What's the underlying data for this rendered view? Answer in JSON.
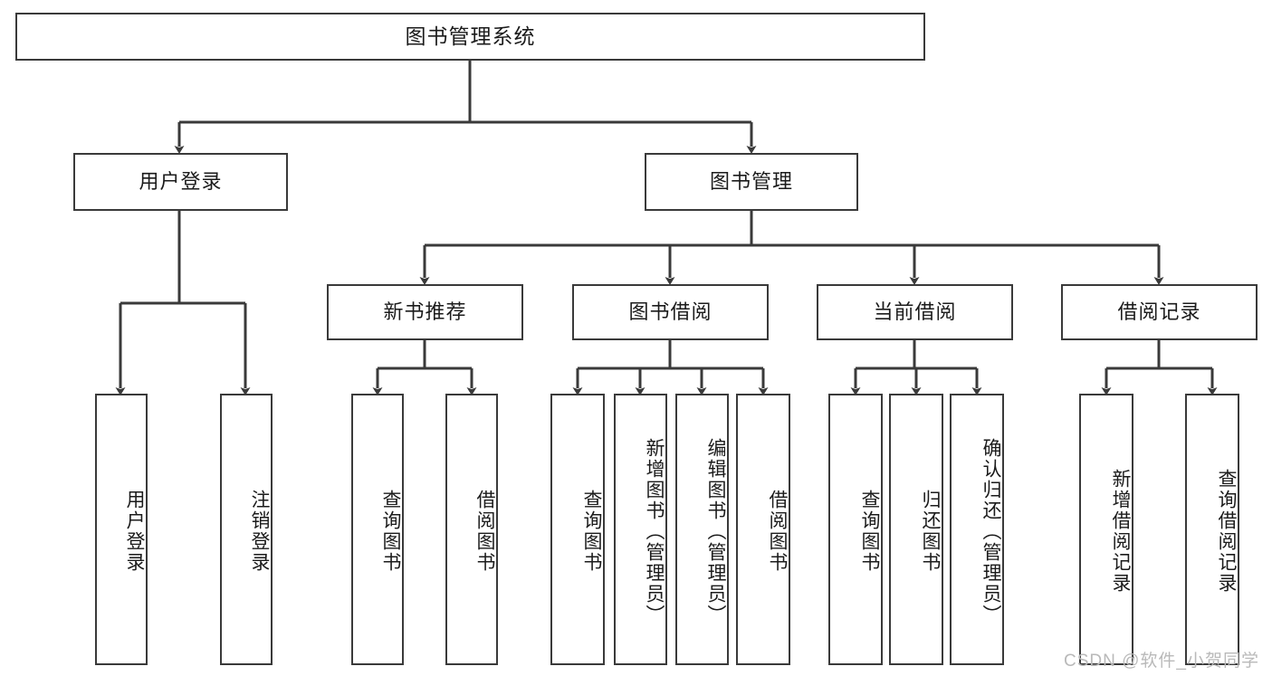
{
  "diagram": {
    "title": "图书管理系统",
    "type": "tree",
    "orientation": "top-down",
    "line_color": "#3a3a3a",
    "box_fill": "#ffffff",
    "text_color": "#1b1b1b",
    "nodes": {
      "root": {
        "label": "图书管理系统",
        "level": 1
      },
      "l2": [
        {
          "id": "user-login",
          "label": "用户登录"
        },
        {
          "id": "book-manage",
          "label": "图书管理"
        }
      ],
      "l3": [
        {
          "id": "new-book-rec",
          "label": "新书推荐",
          "parent": "book-manage"
        },
        {
          "id": "book-borrow",
          "label": "图书借阅",
          "parent": "book-manage"
        },
        {
          "id": "current-borrow",
          "label": "当前借阅",
          "parent": "book-manage"
        },
        {
          "id": "borrow-record",
          "label": "借阅记录",
          "parent": "book-manage"
        }
      ],
      "leaves": {
        "user-login": [
          {
            "id": "leaf-user-login",
            "label": "用户登录"
          },
          {
            "id": "leaf-logout",
            "label": "注销登录"
          }
        ],
        "new-book-rec": [
          {
            "id": "leaf-query-book-1",
            "label": "查询图书"
          },
          {
            "id": "leaf-borrow-book-1",
            "label": "借阅图书"
          }
        ],
        "book-borrow": [
          {
            "id": "leaf-query-book-2",
            "label": "查询图书"
          },
          {
            "id": "leaf-add-book",
            "label": "新增图书（管理员）"
          },
          {
            "id": "leaf-edit-book",
            "label": "编辑图书（管理员）"
          },
          {
            "id": "leaf-borrow-book-2",
            "label": "借阅图书"
          }
        ],
        "current-borrow": [
          {
            "id": "leaf-query-book-3",
            "label": "查询图书"
          },
          {
            "id": "leaf-return-book",
            "label": "归还图书"
          },
          {
            "id": "leaf-confirm-return",
            "label": "确认归还（管理员）"
          }
        ],
        "borrow-record": [
          {
            "id": "leaf-add-record",
            "label": "新增借阅记录"
          },
          {
            "id": "leaf-query-record",
            "label": "查询借阅记录"
          }
        ]
      }
    }
  },
  "watermark": {
    "text": "CSDN @软件_小贺同学",
    "color": "#b9b9b9"
  }
}
